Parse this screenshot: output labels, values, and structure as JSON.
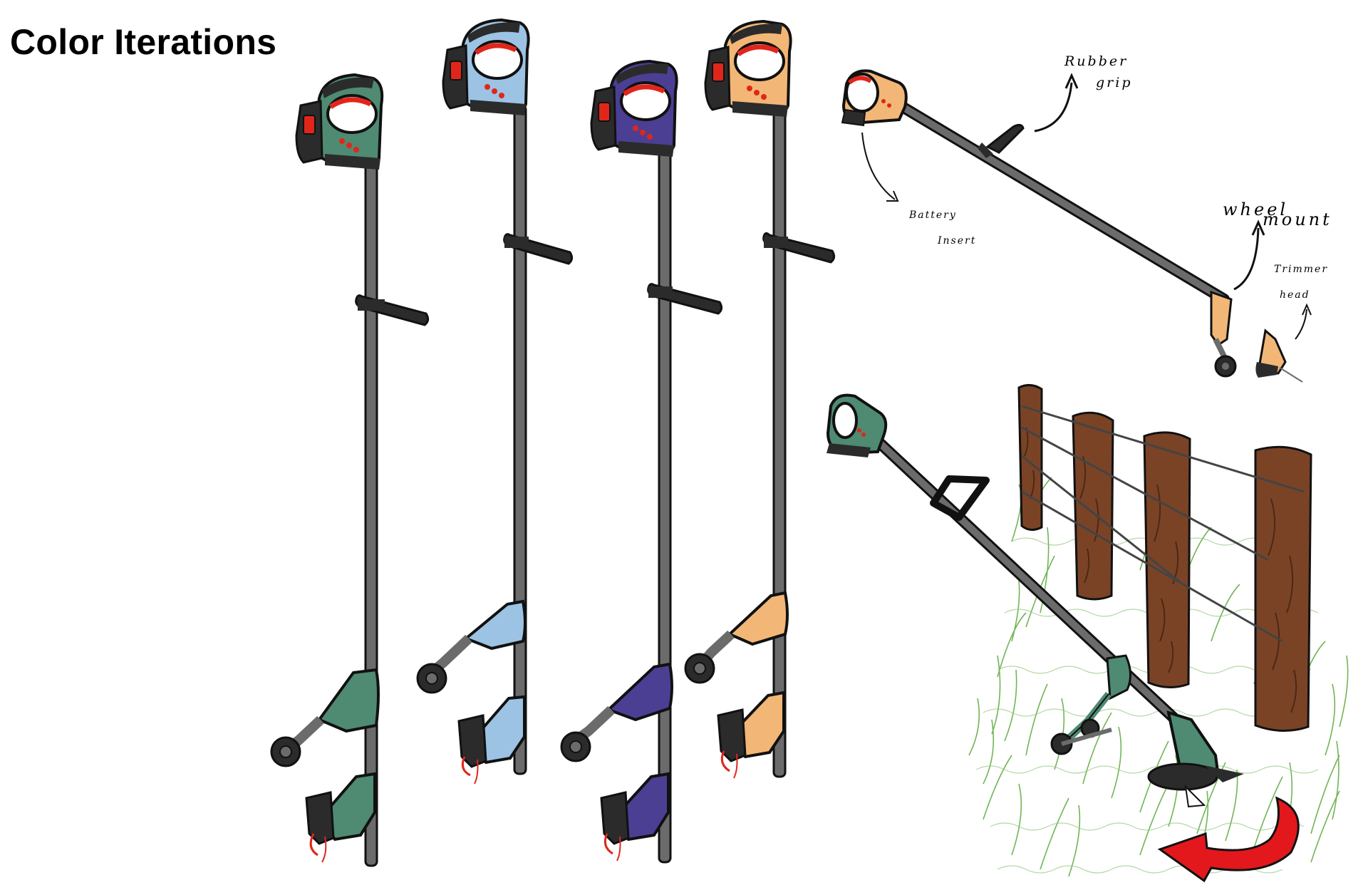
{
  "title": "Color Iterations",
  "variants": [
    {
      "name": "green",
      "body_color": "#4f8a72",
      "handle_color": "#4f8a72"
    },
    {
      "name": "light-blue",
      "body_color": "#9cc3e4",
      "handle_color": "#9cc3e4"
    },
    {
      "name": "purple",
      "body_color": "#4b3f94",
      "handle_color": "#4b3f94"
    },
    {
      "name": "orange",
      "body_color": "#f2b776",
      "handle_color": "#f2b776"
    }
  ],
  "annotations": {
    "rubber_grip_line1": "Rubber",
    "rubber_grip_line2": "grip",
    "battery_insert_line1": "Battery",
    "battery_insert_line2": "Insert",
    "wheel_mount_line1": "wheel",
    "wheel_mount_line2": "mount",
    "trimmer_head_line1": "Trimmer",
    "trimmer_head_line2": "head"
  },
  "colors": {
    "shaft": "#6b6b6b",
    "outline": "#111111",
    "battery_accent": "#e0261b",
    "grip": "#2b2b2b",
    "wood": "#7a4326",
    "wood_dark": "#4c2816",
    "grass": "#5aa83a",
    "arrow_red": "#e3181c"
  }
}
